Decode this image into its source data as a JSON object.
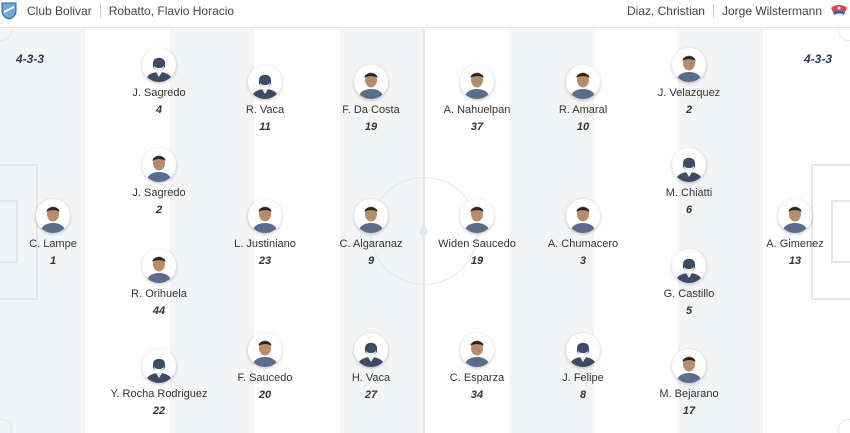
{
  "header": {
    "home_team": "Club Bolivar",
    "home_coach": "Robatto, Flavio Horacio",
    "away_coach": "Diaz, Christian",
    "away_team": "Jorge Wilstermann"
  },
  "formations": {
    "home": "4-3-3",
    "away": "4-3-3"
  },
  "players": [
    {
      "name": "C. Lampe",
      "number": "1",
      "avatar": "photo"
    },
    {
      "name": "J. Sagredo",
      "number": "4",
      "avatar": "silhouette"
    },
    {
      "name": "J. Sagredo",
      "number": "2",
      "avatar": "photo"
    },
    {
      "name": "R. Orihuela",
      "number": "44",
      "avatar": "photo"
    },
    {
      "name": "Y. Rocha Rodriguez",
      "number": "22",
      "avatar": "silhouette"
    },
    {
      "name": "R. Vaca",
      "number": "11",
      "avatar": "silhouette"
    },
    {
      "name": "L. Justiniano",
      "number": "23",
      "avatar": "photo"
    },
    {
      "name": "F. Saucedo",
      "number": "20",
      "avatar": "photo"
    },
    {
      "name": "F. Da Costa",
      "number": "19",
      "avatar": "photo"
    },
    {
      "name": "C. Algaranaz",
      "number": "9",
      "avatar": "photo"
    },
    {
      "name": "H. Vaca",
      "number": "27",
      "avatar": "silhouette"
    },
    {
      "name": "A. Nahuelpan",
      "number": "37",
      "avatar": "photo"
    },
    {
      "name": "Widen Saucedo",
      "number": "19",
      "avatar": "photo"
    },
    {
      "name": "C. Esparza",
      "number": "34",
      "avatar": "photo"
    },
    {
      "name": "R. Amaral",
      "number": "10",
      "avatar": "photo"
    },
    {
      "name": "A. Chumacero",
      "number": "3",
      "avatar": "photo"
    },
    {
      "name": "J. Felipe",
      "number": "8",
      "avatar": "silhouette"
    },
    {
      "name": "J. Velazquez",
      "number": "2",
      "avatar": "photo"
    },
    {
      "name": "M. Chiatti",
      "number": "6",
      "avatar": "silhouette"
    },
    {
      "name": "G. Castillo",
      "number": "5",
      "avatar": "silhouette"
    },
    {
      "name": "M. Bejarano",
      "number": "17",
      "avatar": "photo"
    },
    {
      "name": "A. Gimenez",
      "number": "13",
      "avatar": "photo"
    }
  ],
  "colors": {
    "stripe": "#f2f4f6",
    "lines": "#e3e6ea",
    "text": "#333333",
    "formation": "#2b3a55"
  }
}
